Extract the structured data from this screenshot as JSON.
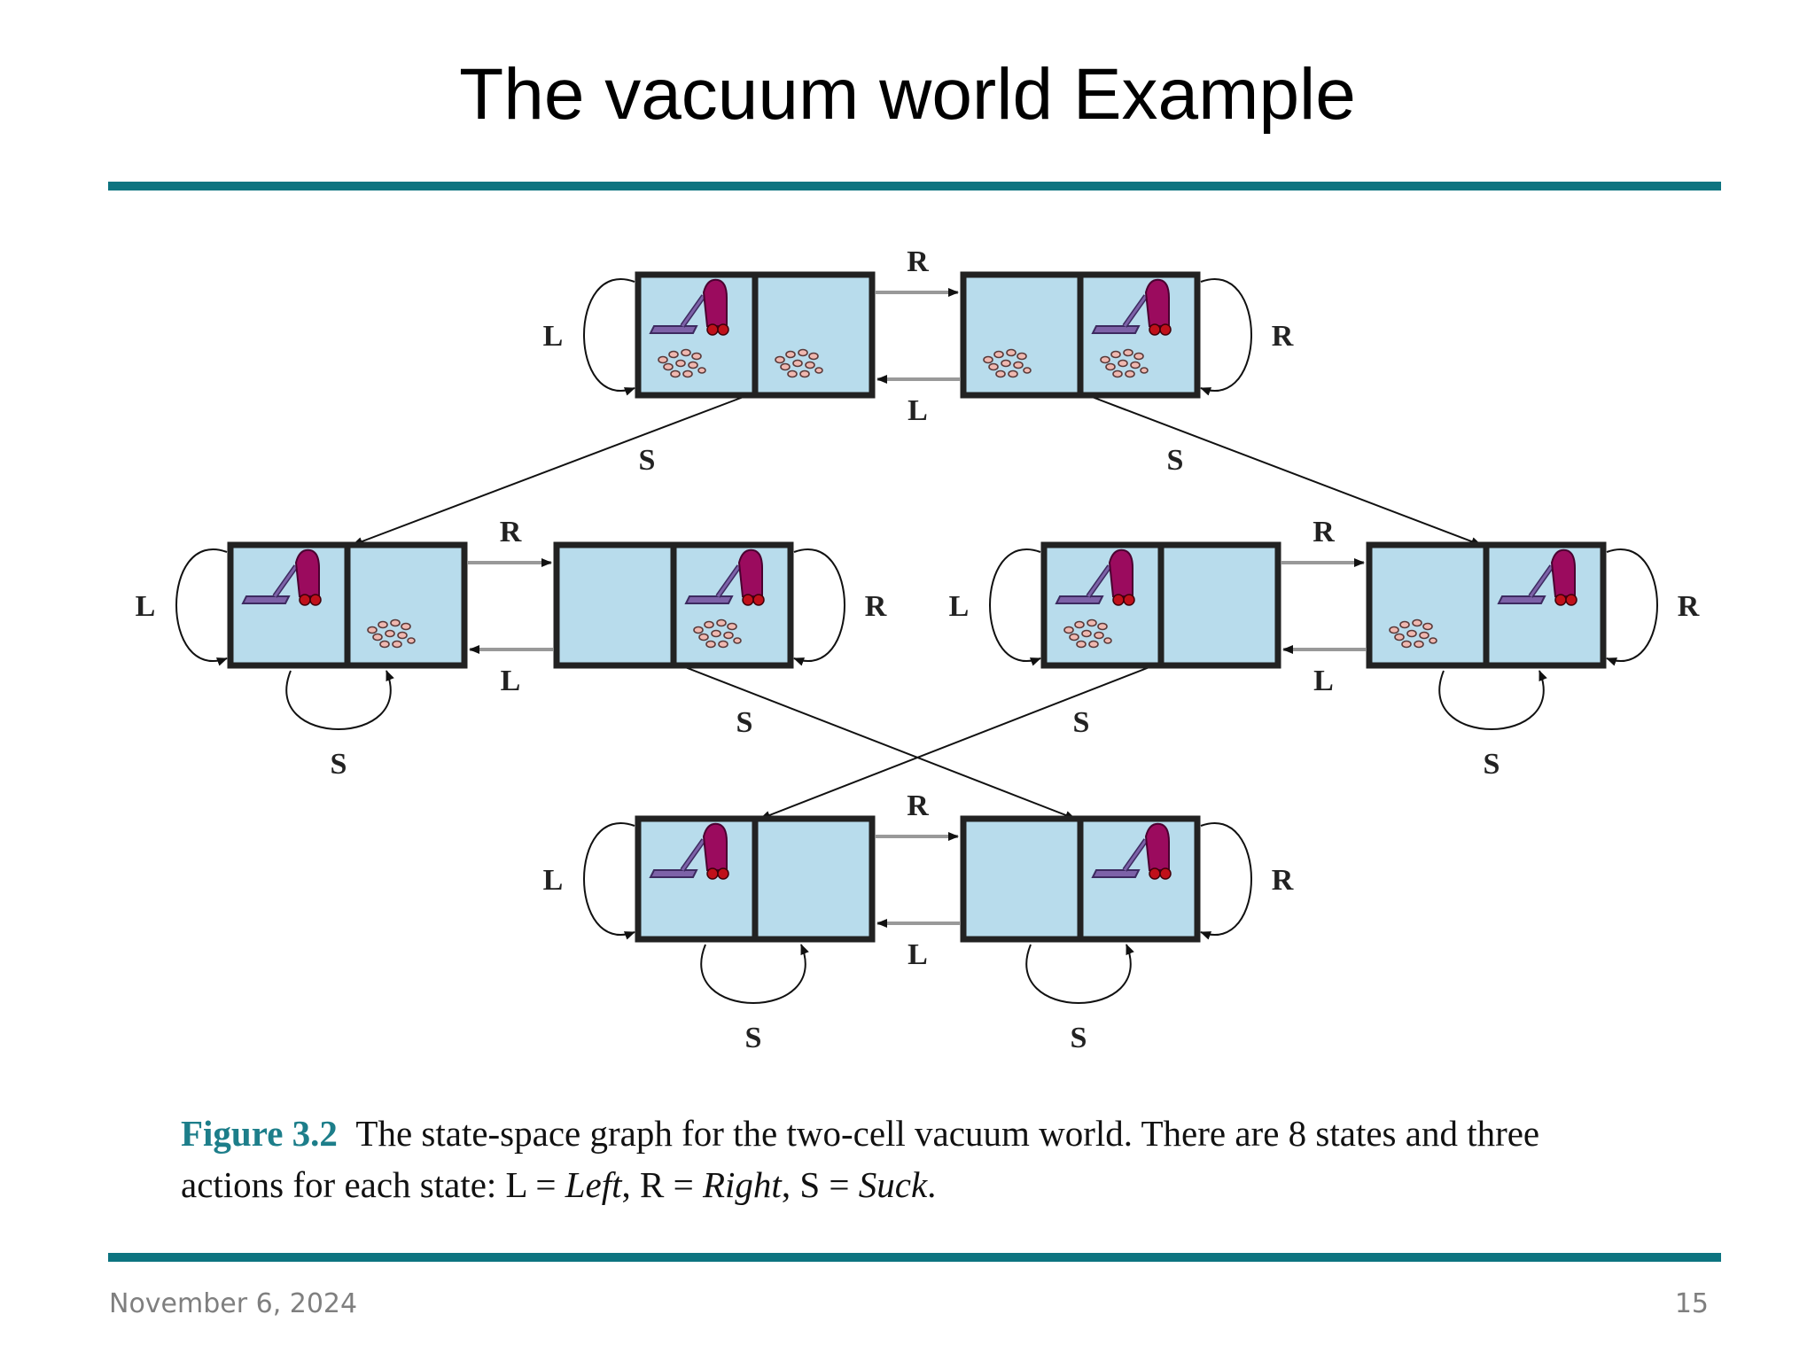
{
  "slide": {
    "title": "The vacuum world Example",
    "footer_date": "November 6, 2024",
    "page_number": "15"
  },
  "caption": {
    "figure_label": "Figure 3.2",
    "line1_text": "The state-space graph for the two-cell vacuum world. There are 8 states and three",
    "line2_prefix": "actions for each state:  L = ",
    "left": "Left",
    "sep1": ", R = ",
    "right": "Right",
    "sep2": ", S = ",
    "suck": "Suck",
    "end": "."
  },
  "colors": {
    "accent_rule": "#0d7480",
    "cell_fill": "#b8dcec",
    "vacuum": "#9b0b5e",
    "dirt": "#f0b8b0",
    "figure_label": "#1d7e8a"
  },
  "states": [
    {
      "id": "s1",
      "vacuum_in": "left",
      "dirt_left": true,
      "dirt_right": true
    },
    {
      "id": "s2",
      "vacuum_in": "right",
      "dirt_left": true,
      "dirt_right": true
    },
    {
      "id": "s3",
      "vacuum_in": "left",
      "dirt_left": false,
      "dirt_right": true
    },
    {
      "id": "s4",
      "vacuum_in": "right",
      "dirt_left": false,
      "dirt_right": true
    },
    {
      "id": "s5",
      "vacuum_in": "left",
      "dirt_left": true,
      "dirt_right": false
    },
    {
      "id": "s6",
      "vacuum_in": "right",
      "dirt_left": true,
      "dirt_right": false
    },
    {
      "id": "s7",
      "vacuum_in": "left",
      "dirt_left": false,
      "dirt_right": false
    },
    {
      "id": "s8",
      "vacuum_in": "right",
      "dirt_left": false,
      "dirt_right": false
    }
  ],
  "transitions": [
    {
      "from": "s1",
      "to": "s2",
      "action": "R"
    },
    {
      "from": "s2",
      "to": "s1",
      "action": "L"
    },
    {
      "from": "s1",
      "to": "s1",
      "action": "L"
    },
    {
      "from": "s2",
      "to": "s2",
      "action": "R"
    },
    {
      "from": "s1",
      "to": "s3",
      "action": "S"
    },
    {
      "from": "s2",
      "to": "s6",
      "action": "S"
    },
    {
      "from": "s3",
      "to": "s4",
      "action": "R"
    },
    {
      "from": "s4",
      "to": "s3",
      "action": "L"
    },
    {
      "from": "s3",
      "to": "s3",
      "action": "L"
    },
    {
      "from": "s3",
      "to": "s3",
      "action": "S"
    },
    {
      "from": "s4",
      "to": "s4",
      "action": "R"
    },
    {
      "from": "s4",
      "to": "s8",
      "action": "S"
    },
    {
      "from": "s5",
      "to": "s6",
      "action": "R"
    },
    {
      "from": "s6",
      "to": "s5",
      "action": "L"
    },
    {
      "from": "s5",
      "to": "s5",
      "action": "L"
    },
    {
      "from": "s5",
      "to": "s7",
      "action": "S"
    },
    {
      "from": "s6",
      "to": "s6",
      "action": "R"
    },
    {
      "from": "s6",
      "to": "s6",
      "action": "S"
    },
    {
      "from": "s7",
      "to": "s8",
      "action": "R"
    },
    {
      "from": "s8",
      "to": "s7",
      "action": "L"
    },
    {
      "from": "s7",
      "to": "s7",
      "action": "L"
    },
    {
      "from": "s7",
      "to": "s7",
      "action": "S"
    },
    {
      "from": "s8",
      "to": "s8",
      "action": "R"
    },
    {
      "from": "s8",
      "to": "s8",
      "action": "S"
    }
  ]
}
